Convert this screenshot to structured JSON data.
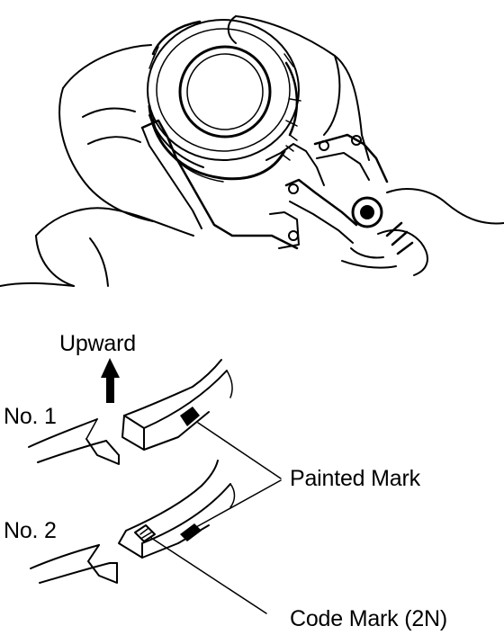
{
  "labels": {
    "upward": "Upward",
    "ring_no1": "No. 1",
    "ring_no2": "No. 2",
    "painted_mark": "Painted Mark",
    "code_mark": "Code Mark (2N)"
  },
  "colors": {
    "ink": "#000000",
    "paper": "#ffffff"
  },
  "icons": {
    "direction_arrow": "arrow-up-icon"
  }
}
